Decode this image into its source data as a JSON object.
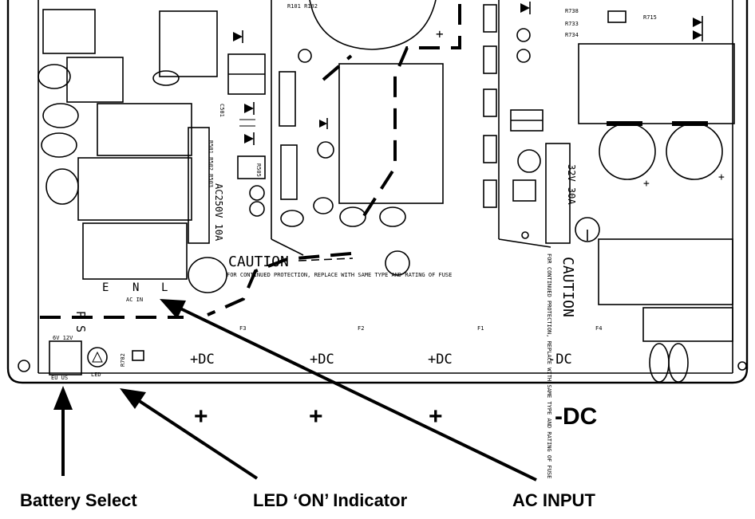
{
  "board": {
    "caution_left": "CAUTION",
    "caution_right": "CAUTION",
    "caution_left_note": "FOR CONTINUED PROTECTION, REPLACE WITH SAME TYPE AND RATING OF FUSE",
    "caution_right_note": "FOR CONTINUED PROTECTION, REPLACE WITH SAME TYPE AND RATING OF FUSE",
    "terminal_e": "E",
    "terminal_n": "N",
    "terminal_l": "L",
    "ac_in": "AC IN",
    "ps_label": "P S",
    "fuse_rating_a": "AC250V 10A",
    "fuse_rating_b": "32V 30A",
    "led_label": "LED",
    "dc_terminals": [
      "+DC",
      "+DC",
      "+DC",
      "-DC"
    ],
    "fuse_labels": [
      "F3",
      "F2",
      "F1",
      "F4"
    ]
  },
  "labels": {
    "plus_1": "+",
    "plus_2": "+",
    "plus_3": "+",
    "minus_dc": "-DC",
    "battery_select": "Battery Select",
    "led_on_indicator": "LED ‘ON’ Indicator",
    "ac_input": "AC INPUT"
  }
}
